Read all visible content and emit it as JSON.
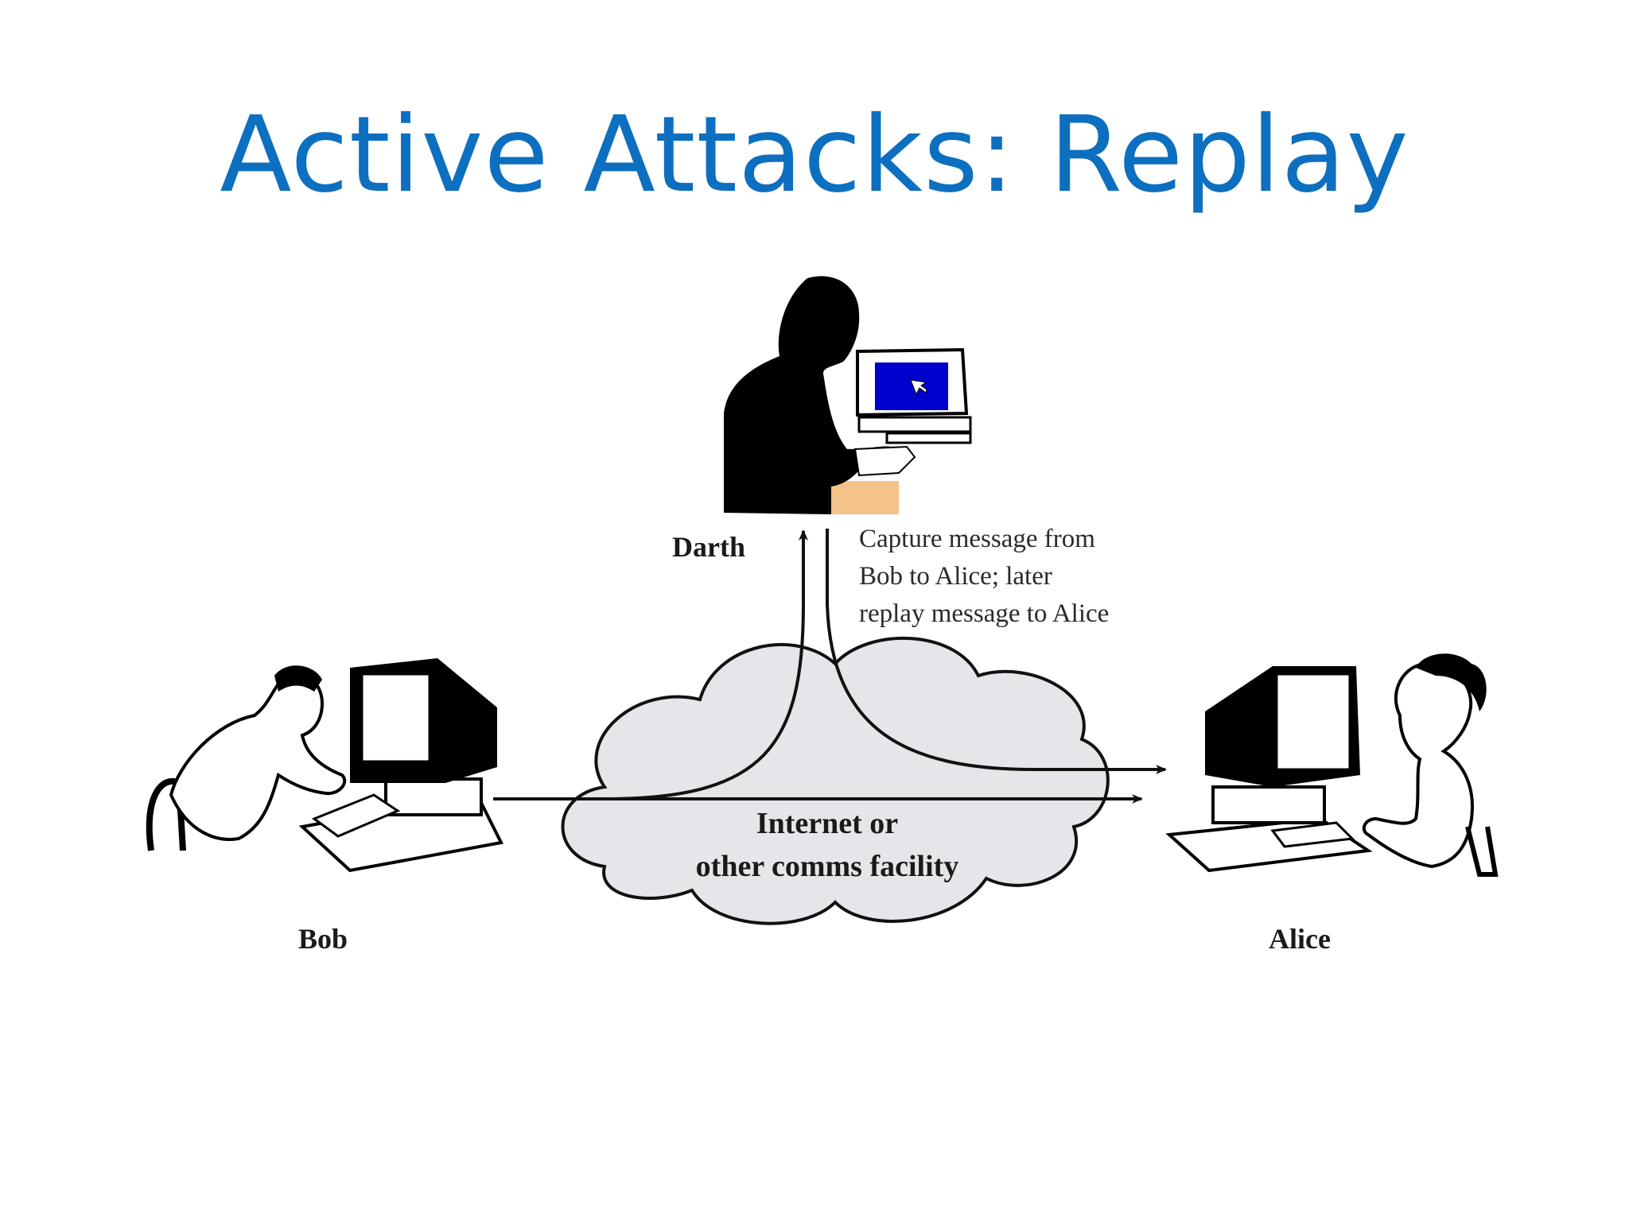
{
  "slide": {
    "title": "Active Attacks: Replay"
  },
  "diagram": {
    "actors": {
      "darth": "Darth",
      "bob": "Bob",
      "alice": "Alice"
    },
    "cloud_label_line1": "Internet or",
    "cloud_label_line2": "other comms facility",
    "annotation": {
      "line1": "Capture message from",
      "line2": "Bob to Alice; later",
      "line3": "replay message to Alice"
    }
  },
  "colors": {
    "title": "#0d6fbf",
    "cloud_fill": "#e6e6ea",
    "darth_screen": "#0000cc",
    "desk": "#f4c389"
  }
}
